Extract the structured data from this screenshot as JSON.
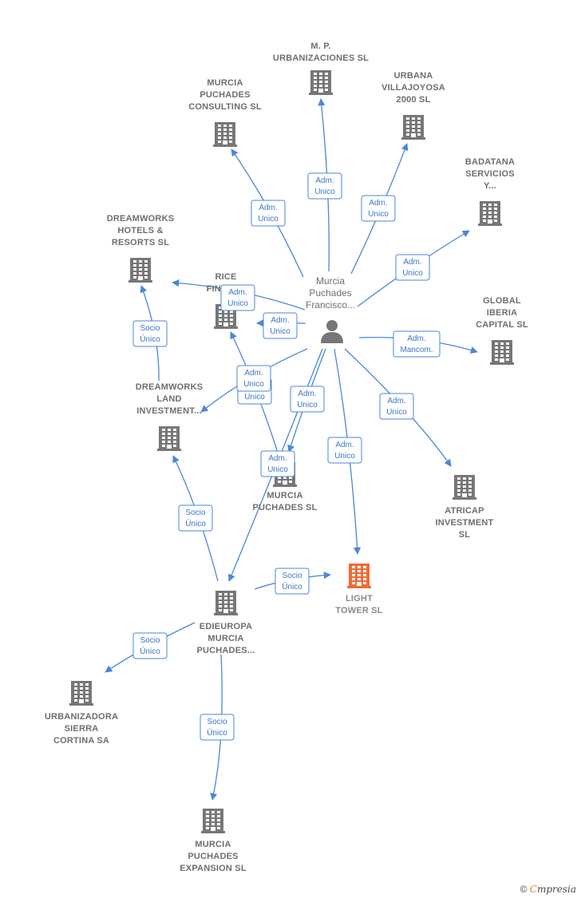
{
  "center": {
    "label": [
      "Murcia",
      "Puchades",
      "Francisco..."
    ],
    "icon": "person-icon"
  },
  "companies": [
    {
      "id": "mp",
      "label": [
        "M. P.",
        "URBANIZACIONES SL"
      ]
    },
    {
      "id": "mpc",
      "label": [
        "MURCIA",
        "PUCHADES",
        "CONSULTING SL"
      ]
    },
    {
      "id": "urb",
      "label": [
        "URBANA",
        "VILLAJOYOSA",
        "2000 SL"
      ]
    },
    {
      "id": "bad",
      "label": [
        "BADATANA",
        "SERVICIOS",
        "Y..."
      ]
    },
    {
      "id": "dhr",
      "label": [
        "DREAMWORKS",
        "HOTELS &",
        "RESORTS  SL"
      ]
    },
    {
      "id": "rice",
      "label": [
        "RICE",
        "FINEST..."
      ]
    },
    {
      "id": "gib",
      "label": [
        "GLOBAL",
        "IBERIA",
        "CAPITAL SL"
      ]
    },
    {
      "id": "dli",
      "label": [
        "DREAMWORKS",
        "LAND",
        "INVESTMENT..."
      ]
    },
    {
      "id": "atr",
      "label": [
        "ATRICAP",
        "INVESTMENT",
        "SL"
      ]
    },
    {
      "id": "mps",
      "label": [
        "MURCIA",
        "PUCHADES SL"
      ]
    },
    {
      "id": "lt",
      "label": [
        "LIGHT",
        "TOWER  SL"
      ],
      "highlight": true
    },
    {
      "id": "edi",
      "label": [
        "EDIEUROPA",
        "MURCIA",
        "PUCHADES..."
      ]
    },
    {
      "id": "usc",
      "label": [
        "URBANIZADORA",
        "SIERRA",
        "CORTINA SA"
      ]
    },
    {
      "id": "mpe",
      "label": [
        "MURCIA",
        "PUCHADES",
        "EXPANSION SL"
      ]
    }
  ],
  "edges": [
    {
      "from": "center",
      "to": "mp",
      "tag": [
        "Adm.",
        "Unico"
      ]
    },
    {
      "from": "center",
      "to": "mpc",
      "tag": [
        "Adm.",
        "Unico"
      ]
    },
    {
      "from": "center",
      "to": "urb",
      "tag": [
        "Adm.",
        "Unico"
      ]
    },
    {
      "from": "center",
      "to": "bad",
      "tag": [
        "Adm.",
        "Unico"
      ]
    },
    {
      "from": "center",
      "to": "dhr",
      "tag": [
        "Adm.",
        "Unico"
      ]
    },
    {
      "from": "center",
      "to": "rice",
      "tag": [
        "Adm.",
        "Unico"
      ]
    },
    {
      "from": "center",
      "to": "gib",
      "tag": [
        "Adm.",
        "Mancom."
      ]
    },
    {
      "from": "center",
      "to": "dli",
      "tag": [
        "Adm.",
        "Unico"
      ]
    },
    {
      "from": "center",
      "to": "atr",
      "tag": [
        "Adm.",
        "Unico"
      ]
    },
    {
      "from": "center",
      "to": "mps",
      "tag": [
        "Adm.",
        "Unico"
      ]
    },
    {
      "from": "center",
      "to": "lt",
      "tag": [
        "Adm.",
        "Unico"
      ]
    },
    {
      "from": "center",
      "to": "edi",
      "tag": [
        "Adm.",
        "Unico"
      ]
    },
    {
      "from": "mps",
      "to": "rice",
      "tag": [
        "Adm.",
        "Unico"
      ]
    },
    {
      "from": "dli",
      "to": "dhr",
      "tag": [
        "Socio",
        "Único"
      ]
    },
    {
      "from": "edi",
      "to": "dli",
      "tag": [
        "Socio",
        "Único"
      ]
    },
    {
      "from": "edi",
      "to": "lt",
      "tag": [
        "Socio",
        "Único"
      ]
    },
    {
      "from": "edi",
      "to": "usc",
      "tag": [
        "Socio",
        "Único"
      ]
    },
    {
      "from": "edi",
      "to": "mpe",
      "tag": [
        "Socio",
        "Único"
      ]
    }
  ],
  "colors": {
    "edge": "#4a87d6",
    "building": "#777777",
    "highlight": "#f06a35",
    "label": "#6e6e6e"
  },
  "copyright": {
    "symbol": "©",
    "brand_initial": "C",
    "brand_rest": "mpresia"
  }
}
